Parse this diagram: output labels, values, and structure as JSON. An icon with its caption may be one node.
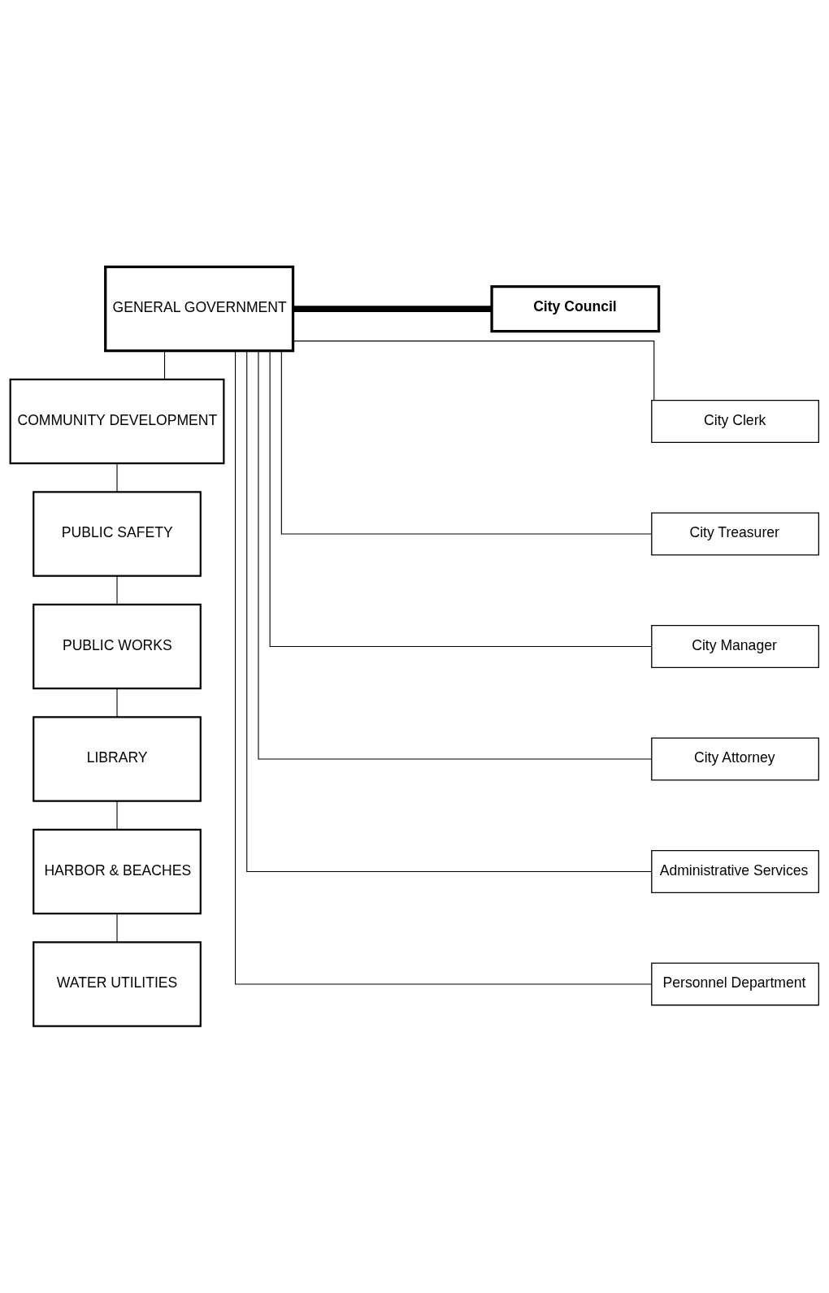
{
  "diagram": {
    "nodes": [
      {
        "text": [
          "GENERAL GOVERNMENT"
        ]
      },
      {
        "text": [
          "City Council"
        ]
      },
      {
        "text": [
          "City Clerk"
        ]
      },
      {
        "text": [
          "City Treasurer"
        ]
      },
      {
        "text": [
          "City Manager"
        ]
      },
      {
        "text": [
          "City Attorney"
        ]
      },
      {
        "text": [
          "Administrative Services"
        ]
      },
      {
        "text": [
          "Personnel Department"
        ]
      },
      {
        "text": [
          "COMMUNITY DEVELOPMENT"
        ]
      },
      {
        "text": [
          "PUBLIC SAFETY"
        ]
      },
      {
        "text": [
          "PUBLIC WORKS"
        ]
      },
      {
        "text": [
          "LIBRARY"
        ]
      },
      {
        "text": [
          "HARBOR & BEACHES"
        ]
      },
      {
        "text": [
          "WATER UTILITIES"
        ]
      }
    ],
    "edges": [
      {
        "from": 0,
        "to": 1,
        "arrow": "none",
        "style": "thick"
      },
      {
        "from": 0,
        "to": 2,
        "arrow": "none"
      },
      {
        "from": 0,
        "to": 3,
        "arrow": "none"
      },
      {
        "from": 0,
        "to": 4,
        "arrow": "none"
      },
      {
        "from": 0,
        "to": 5,
        "arrow": "none"
      },
      {
        "from": 0,
        "to": 6,
        "arrow": "none"
      },
      {
        "from": 0,
        "to": 7,
        "arrow": "none"
      },
      {
        "from": 0,
        "to": 8,
        "arrow": "none"
      },
      {
        "from": 8,
        "to": 9,
        "arrow": "none"
      },
      {
        "from": 9,
        "to": 10,
        "arrow": "none"
      },
      {
        "from": 10,
        "to": 11,
        "arrow": "none"
      },
      {
        "from": 11,
        "to": 12,
        "arrow": "none"
      },
      {
        "from": 12,
        "to": 13,
        "arrow": "none"
      }
    ]
  }
}
